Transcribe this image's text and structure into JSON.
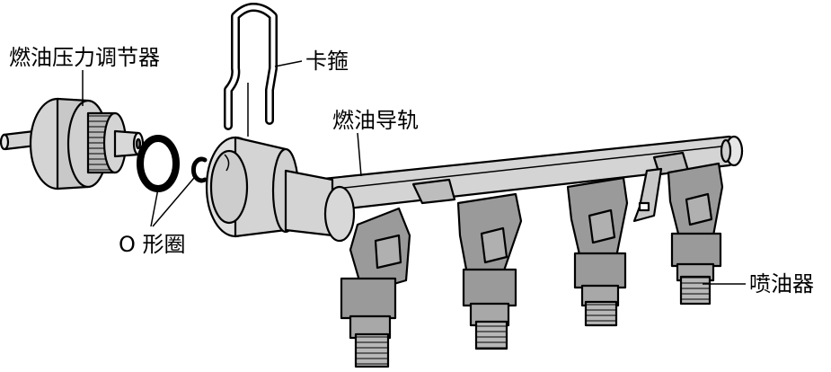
{
  "labels": {
    "regulator": "燃油压力调节器",
    "clip": "卡箍",
    "fuel_rail": "燃油导轨",
    "o_ring": "O 形圈",
    "injector": "喷油器"
  },
  "colors": {
    "body_gray": "#d4d4d4",
    "light_gray": "#e6e6e6",
    "dark_gray": "#9a9a9a",
    "outline": "#000000"
  }
}
